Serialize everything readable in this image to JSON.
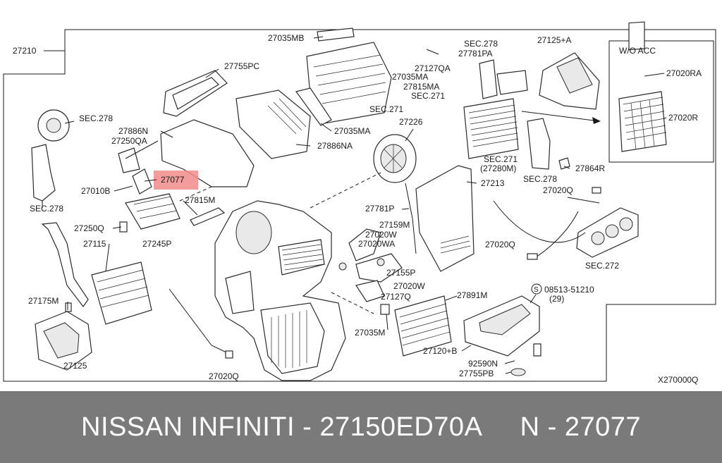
{
  "diagram": {
    "wo_acc_label": "W/O ACC",
    "highlighted_part": "27077",
    "drawing_code": "X270000Q",
    "screw_spec": "08513-51210",
    "screw_qty": "(29)",
    "screw_symbol": "S",
    "callouts": {
      "c27210": "27210",
      "c27035MB": "27035MB",
      "c27127QA": "27127QA",
      "c27781PA": "27781PA",
      "c27035MA_top": "27035MA",
      "c27815MA": "27815MA",
      "c_sec271_a": "SEC.271",
      "c_sec271_b": "SEC.271",
      "c27755PC": "27755PC",
      "c_sec278_top": "SEC.278",
      "c27125A": "27125+A",
      "c_sec278_mid": "SEC.278",
      "c27886N": "27886N",
      "c27250QA": "27250QA",
      "c27035MA_mid": "27035MA",
      "c27886NA": "27886NA",
      "c27226": "27226",
      "c_sec271_c": "SEC.271",
      "c27280M": "(27280M)",
      "c_sec278_right": "SEC.278",
      "c27864R": "27864R",
      "c27020RA": "27020RA",
      "c27020R": "27020R",
      "c27010B": "27010B",
      "c27815M": "27815M",
      "c27213": "27213",
      "c27020Q_right": "27020Q",
      "c_sec278_left": "SEC.278",
      "c27781P": "27781P",
      "c27250Q": "27250Q",
      "c27245P": "27245P",
      "c27159M": "27159M",
      "c27020W_top": "27020W",
      "c27020WA": "27020WA",
      "c27020Q_mid": "27020Q",
      "c27115": "27115",
      "c27155P": "27155P",
      "c_sec272": "SEC.272",
      "c27020W_bot": "27020W",
      "c27891M": "27891M",
      "c27175M": "27175M",
      "c27127Q": "27127Q",
      "c27035M": "27035M",
      "c27120B": "27120+B",
      "c27125": "27125",
      "c92590N": "92590N",
      "c27755PB": "27755PB",
      "c27020Q_bot": "27020Q"
    }
  },
  "caption": {
    "text": "NISSAN INFINITI - 27150ED70A     N - 27077"
  }
}
